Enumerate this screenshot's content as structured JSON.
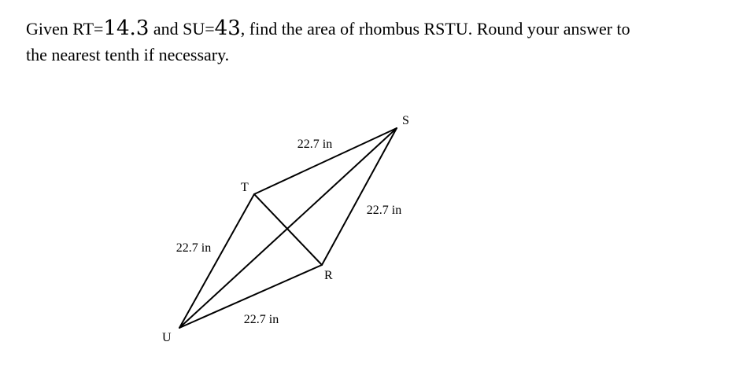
{
  "page": {
    "background_color": "#ffffff",
    "text_color": "#000000",
    "line_color": "#000000"
  },
  "problem": {
    "segments": [
      {
        "text": "Given RT="
      },
      {
        "text": "14.3"
      },
      {
        "text": " and SU="
      },
      {
        "text": "43"
      },
      {
        "text": ", find the area of rhombus RSTU. Round your answer to"
      },
      {
        "text": "the nearest tenth if necessary."
      }
    ],
    "given": {
      "RT": "14.3",
      "SU": "43"
    }
  },
  "figure": {
    "vertex_labels": {
      "s": "S",
      "t": "T",
      "r": "R",
      "u": "U"
    },
    "side_labels": {
      "top": "22.7 in",
      "right": "22.7 in",
      "left": "22.7 in",
      "bottom": "22.7 in"
    }
  }
}
